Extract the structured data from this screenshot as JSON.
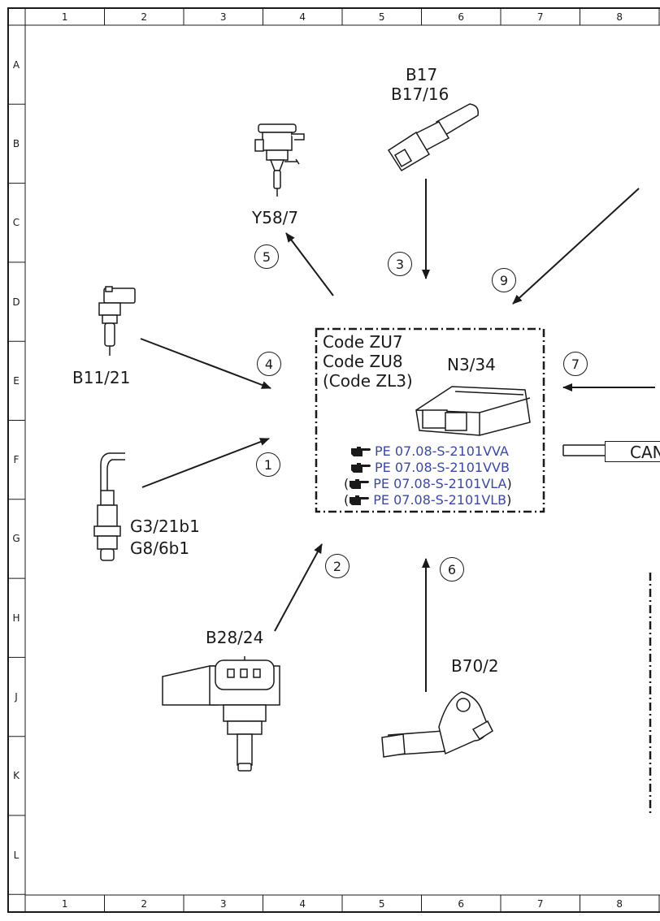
{
  "grid": {
    "columns": [
      "1",
      "2",
      "3",
      "4",
      "5",
      "6",
      "7",
      "8"
    ],
    "rows": [
      "A",
      "B",
      "C",
      "D",
      "E",
      "F",
      "G",
      "H",
      "J",
      "K",
      "L"
    ]
  },
  "control_unit": {
    "codes": [
      "Code ZU7",
      "Code ZU8",
      "(Code ZL3)"
    ],
    "id": "N3/34",
    "references": [
      {
        "text": "PE 07.08-S-2101VVA",
        "bracketed": false
      },
      {
        "text": "PE 07.08-S-2101VVB",
        "bracketed": false
      },
      {
        "text": "PE 07.08-S-2101VLA",
        "bracketed": true
      },
      {
        "text": "PE 07.08-S-2101VLB",
        "bracketed": true
      }
    ]
  },
  "components": {
    "b17": [
      "B17",
      "B17/16"
    ],
    "y58": "Y58/7",
    "b11": "B11/21",
    "g3": [
      "G3/21b1",
      "G8/6b1"
    ],
    "b28": "B28/24",
    "b70": "B70/2",
    "can": "CAN"
  },
  "steps": [
    "1",
    "2",
    "3",
    "4",
    "5",
    "6",
    "7",
    "9"
  ],
  "colors": {
    "line": "#1a1a1a",
    "reference_link": "#3b4aa0"
  }
}
